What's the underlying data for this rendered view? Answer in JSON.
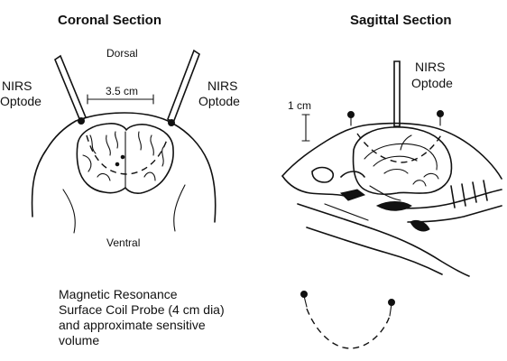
{
  "coronal": {
    "title": "Coronal Section",
    "dorsal_label": "Dorsal",
    "ventral_label": "Ventral",
    "scale_label": "3.5 cm",
    "optode_left": [
      "NIRS",
      "Optode"
    ],
    "optode_right": [
      "NIRS",
      "Optode"
    ]
  },
  "sagittal": {
    "title": "Sagittal Section",
    "optode_label": [
      "NIRS",
      "Optode"
    ],
    "scale_label": "1 cm"
  },
  "legend": {
    "lines": [
      "Magnetic Resonance",
      "Surface Coil Probe (4 cm dia)",
      "and approximate sensitive",
      "volume"
    ]
  }
}
